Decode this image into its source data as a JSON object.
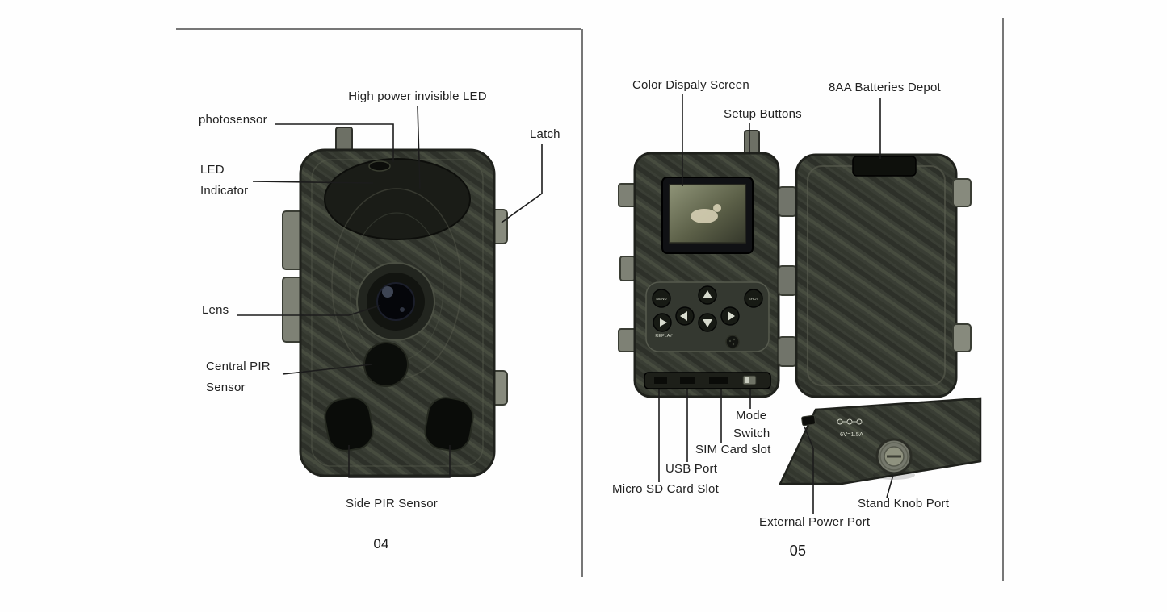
{
  "page_left": {
    "number": "04",
    "labels": {
      "high_power_led": "High power invisible LED",
      "photosensor": "photosensor",
      "latch": "Latch",
      "led": "LED",
      "indicator": "Indicator",
      "lens": "Lens",
      "central_pir_1": "Central PIR",
      "central_pir_2": "Sensor",
      "side_pir": "Side PIR Sensor"
    }
  },
  "page_right": {
    "number": "05",
    "labels": {
      "color_display": "Color Dispaly Screen",
      "batteries": "8AA Batteries Depot",
      "setup_buttons": "Setup Buttons",
      "mode_line1": "Mode",
      "mode_line2": "Switch",
      "sim": "SIM Card slot",
      "usb": "USB Port",
      "micro_sd": "Micro SD Card Slot",
      "stand_knob": "Stand Knob Port",
      "external_power": "External Power Port"
    },
    "device_text": {
      "menu": "MENU",
      "shot": "SHOT",
      "replay": "REPLAY",
      "power_spec": "6V=1.5A"
    }
  },
  "colors": {
    "page_background": "#ffffff",
    "border_line": "#4a4a4a",
    "callout_line": "#1c1c1c",
    "camera_body": "#3a3e35",
    "label_text": "#222222"
  }
}
